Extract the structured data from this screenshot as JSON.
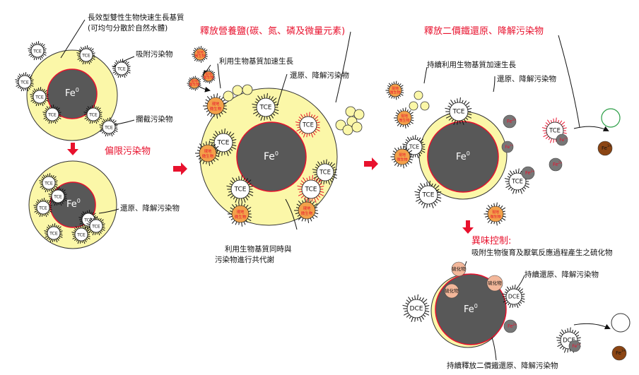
{
  "labels": {
    "substrate_line1": "長效型雙性生物快速生長基質",
    "substrate_line2": "(可均勻分散於自然水體)",
    "adsorb": "吸附污染物",
    "intercept": "攔截污染物",
    "bias": "偏限污染物",
    "reduce1": "還原、降解污染物",
    "release_nutrient": "釋放營養鹽(碳、氮、磷及微量元素)",
    "use_substrate": "利用生物基質加速生長",
    "reduce2": "還原、降解污染物",
    "cometab_line1": "利用生物基質同時與",
    "cometab_line2": "污染物進行共代謝",
    "release_fe2": "釋放二價鐵還原、降解污染物",
    "continue_use": "持續利用生物基質加速生長",
    "reduce3": "還原、降解污染物",
    "odor_title": "異味控制:",
    "odor_desc": "吸附生物復育及厭氧反應過程產生之硫化物",
    "continue_reduce": "持續還原、降解污染物",
    "continue_fe2": "持續釋放二價鐵還原、降解污染物"
  },
  "core_label": "Fe",
  "core_sup": "0",
  "tce": "TCE",
  "dce": "DCE",
  "microbe_line1": "現地",
  "microbe_line2": "微生物",
  "sulfide": "硫化物",
  "fe2": "Fe",
  "fe2_sup": "2+",
  "fe3": "Fe",
  "fe3_sup": "3+",
  "colors": {
    "substrate": "#fbf7a8",
    "core": "#585858",
    "rim": "#e8112d",
    "microbe": "#f2a14a",
    "sulfide": "#f3b79a",
    "fe3": "#8b4513",
    "title_red": "#e8112d"
  }
}
